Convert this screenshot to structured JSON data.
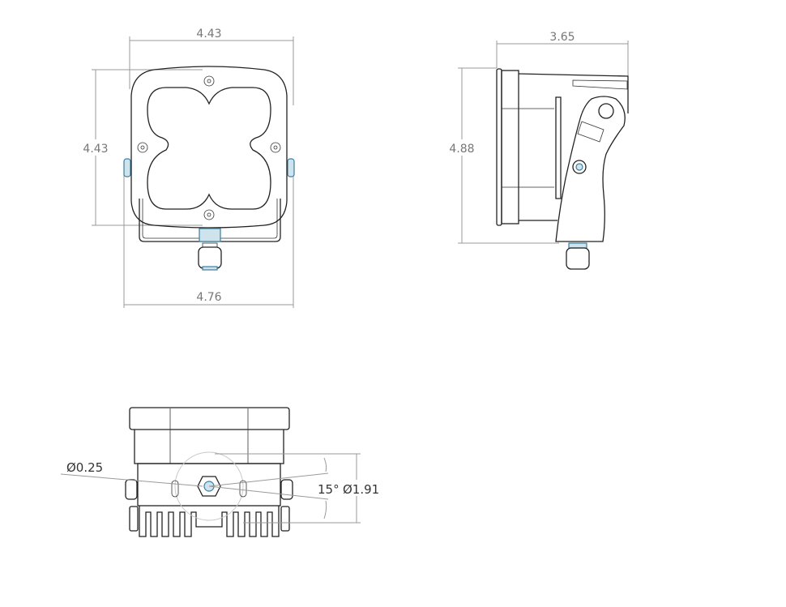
{
  "front_view": {
    "width_top": "4.43",
    "height": "4.43",
    "width_bottom": "4.76"
  },
  "side_view": {
    "depth": "3.65",
    "height": "4.88"
  },
  "bottom_view": {
    "hole_diameter": "Ø0.25",
    "angle": "15°",
    "bolt_circle": "Ø1.91"
  },
  "colors": {
    "dimension": "#9a9a9a",
    "outline": "#222222",
    "hardware_accent": "#3a7fa0"
  }
}
